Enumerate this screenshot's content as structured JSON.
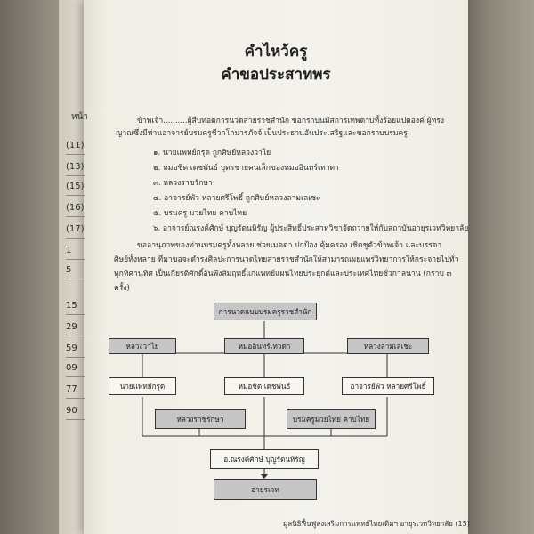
{
  "toc": {
    "heading": "หน้า",
    "numbers": [
      "(11)",
      "(13)",
      "(15)",
      "(16)",
      "(17)",
      "1",
      "5",
      "15",
      "29",
      "59",
      "09",
      "77",
      "90"
    ]
  },
  "title_line1": "คำไหว้ครู",
  "title_line2": "คำขอประสาทพร",
  "intro": {
    "line1": "ข้าพเจ้า..........ผู้สืบทอดการนวดสายราชสำนัก ขอกราบนมัสการเทพดาบทั้งร้อยแปดองค์ ผู้ทรง",
    "line2": "ญาณซึ่งมีท่านอาจารย์บรมครูชีวกโกมารภัจจ์ เป็นประธานอันประเสริฐและขอกราบบรมครู"
  },
  "teachers": [
    "๑. นายแพทย์กรุด ถูกศิษย์หลวงวาไย",
    "๒. หมอชิต เดชพันธ์ บุตรชายคนเล็กของหมออินทร์เทวดา",
    "๓. หลวงราชรักษา",
    "๔. อาจารย์พัว หลายศรีโพธิ์ ถูกศิษย์หลวงลามเลเชะ",
    "๕. บรมครู มวยไทย คาบไทย",
    "๖. อาจารย์ณรงค์ศักษ์ บุญรัตนหิรัญ ผู้ประสิทธิ์ประสาทวิชาจัดถวายให้กับสถาบันอายุรเวทวิทยาลัย"
  ],
  "blessing": {
    "line1": "ขออานุภาพของท่านบรมครูทั้งหลาย ช่วยเมตตา ปกป้อง คุ้มครอง เชิดชูตัวข้าพเจ้า และบรรดา",
    "line2": "ศิษย์ทั้งหลาย ที่มาขอจะดำรงศิลปะการนวดไทยสายราชสำนักให้สามารถเผยแพร่วิทยาการให้กระจายไปทั่ว",
    "line3": "ทุกทิศานุทิศ เป็นเกียรติศักดิ์อันพึงสัมฤทธิ์แก่แพทย์แผนไทยประยุกต์และประเทศไทยชั่วกาลนาน (กราบ ๓",
    "line4": "ครั้ง)"
  },
  "chart": {
    "root": "การนวดแบบบรมครูราชสำนัก",
    "gen1": [
      "หลวงวาไย",
      "หมออินทร์เทวดา",
      "หลวงลามเลเชะ"
    ],
    "gen2": [
      "นายแพทย์กรุด",
      "หมอชิต เดชพันธ์",
      "อาจารย์พัว หลายศรีโพธิ์"
    ],
    "gen3": [
      "หลวงราชรักษา",
      "บรมครูมวยไทย คาบไทย"
    ],
    "successor": "อ.ณรงค์ศักษ์ บุญรัตนหิรัญ",
    "institution": "อายุรเวท"
  },
  "footer": "มูลนิธิฟื้นฟูส่งเสริมการแพทย์ไทยเดิมฯ อายุรเวทวิทยาลัย (15)"
}
